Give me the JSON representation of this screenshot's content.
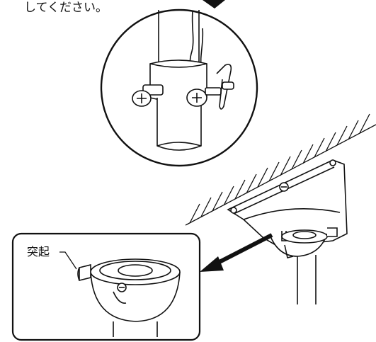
{
  "instruction_tail": "してください。",
  "callout_label": "突起",
  "colors": {
    "line": "#111111",
    "background": "#ffffff",
    "arrow": "#111111"
  },
  "icons": [
    "detail-circle-magnifier",
    "detail-box-magnifier",
    "pointer-arrow",
    "ceiling-hatch",
    "ceiling-bracket",
    "pipe-clamp-with-screws",
    "cotter-pin"
  ]
}
